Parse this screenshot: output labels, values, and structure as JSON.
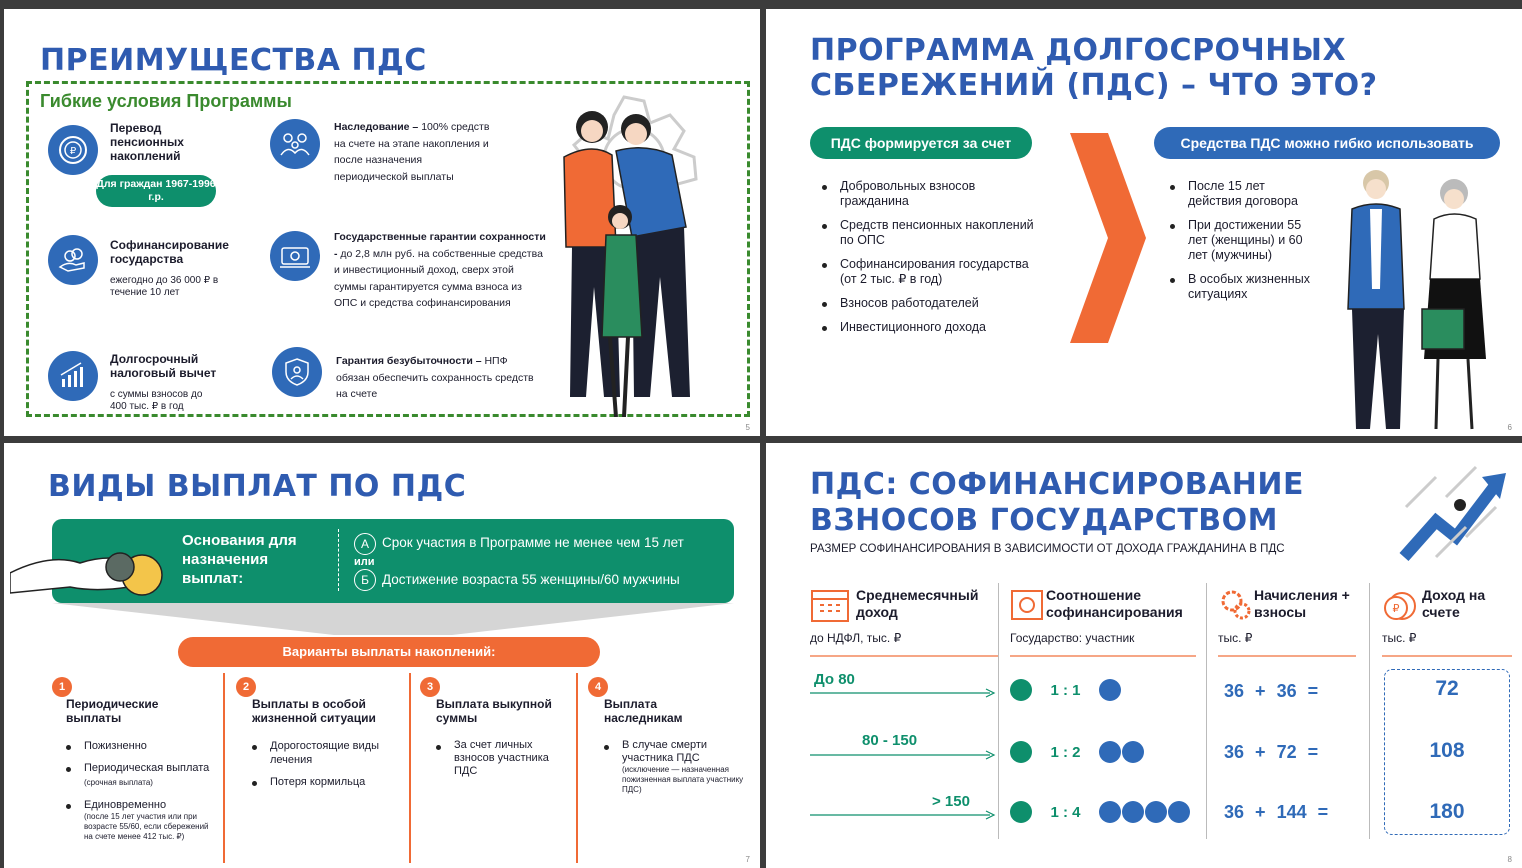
{
  "slide5": {
    "title": "ПРЕИМУЩЕСТВА ПДС",
    "subtitle": "Гибкие условия Программы",
    "page": "5",
    "items": [
      {
        "title": "Перевод пенсионных накоплений",
        "badge": "Для граждан 1967-1996 г.р."
      },
      {
        "title": "Софинансирование государства",
        "text": "ежегодно до 36 000 ₽ в течение 10 лет"
      },
      {
        "title": "Долгосрочный налоговый вычет",
        "text": "с суммы взносов до 400 тыс. ₽ в год"
      },
      {
        "title": "Наследование – ",
        "text": "100% средств на счете на этапе накопления и после назначения периодической выплаты"
      },
      {
        "title": "Государственные гарантии сохранности - ",
        "text": "до 2,8 млн руб. на собственные средства и инвестиционный доход, сверх этой суммы гарантируется сумма взноса из ОПС и средства софинансирования"
      },
      {
        "title": "Гарантия безубыточности – ",
        "text": "НПФ обязан обеспечить сохранность средств на счете"
      }
    ],
    "icons": [
      "ruble-coin-icon",
      "family-icon",
      "coins-hand-icon",
      "banknotes-icon",
      "growth-chart-icon",
      "shield-icon"
    ]
  },
  "slide6": {
    "title_line1": "ПРОГРАММА ДОЛГОСРОЧНЫХ",
    "title_line2": "СБЕРЕЖЕНИЙ (ПДС) – ЧТО ЭТО?",
    "page": "6",
    "left_header": "ПДС формируется за счет",
    "right_header": "Средства ПДС можно гибко использовать",
    "left_items": [
      "Добровольных взносов гражданина",
      "Средств пенсионных накоплений по ОПС",
      "Софинансирования государства (от 2 тыс. ₽ в год)",
      "Взносов работодателей",
      "Инвестиционного дохода"
    ],
    "right_items": [
      "После 15 лет действия договора",
      "При достижении 55 лет (женщины) и 60 лет (мужчины)",
      "В особых жизненных ситуациях"
    ],
    "colors": {
      "green": "#0e8f6c",
      "blue": "#2f6ab8",
      "orange": "#f06a35"
    }
  },
  "slide7": {
    "title": "ВИДЫ ВЫПЛАТ ПО ПДС",
    "page": "7",
    "banner_label": "Основания для назначения выплат:",
    "cond_a_letter": "А",
    "cond_a": "Срок участия в Программе не менее чем 15 лет",
    "or_text": "или",
    "cond_b_letter": "Б",
    "cond_b": "Достижение возраста 55 женщины/60 мужчины",
    "variants_header": "Варианты выплаты накоплений:",
    "columns": [
      {
        "num": "1",
        "title": "Периодические выплаты",
        "items": [
          "Пожизненно",
          "Периодическая выплата",
          "Единовременно"
        ],
        "notes": [
          "(срочная выплата)",
          "(после 15 лет участия или при возрасте 55/60, если сбережений на счете менее 412 тыс. ₽)"
        ]
      },
      {
        "num": "2",
        "title": "Выплаты в особой жизненной ситуации",
        "items": [
          "Дорогостоящие виды лечения",
          "Потеря кормильца"
        ]
      },
      {
        "num": "3",
        "title": "Выплата выкупной суммы",
        "items": [
          "За счет личных взносов участника ПДС"
        ]
      },
      {
        "num": "4",
        "title": "Выплата наследникам",
        "items": [
          "В случае смерти участника ПДС"
        ],
        "notes": [
          "(исключение — назначенная пожизненная выплата участнику ПДС)"
        ]
      }
    ]
  },
  "slide8": {
    "title_line1": "ПДС: СОФИНАНСИРОВАНИЕ",
    "title_line2": "ВЗНОСОВ ГОСУДАРСТВОМ",
    "subtitle": "РАЗМЕР СОФИНАНСИРОВАНИЯ В ЗАВИСИМОСТИ ОТ ДОХОДА ГРАЖДАНИНА В ПДС",
    "page": "8",
    "headers": [
      {
        "title": "Среднемесячный доход",
        "sub": "до НДФЛ, тыс. ₽",
        "icon": "calendar-icon"
      },
      {
        "title": "Соотношение софинансирования",
        "sub": "Государство: участник",
        "icon": "ratio-icon"
      },
      {
        "title": "Начисления + взносы",
        "sub": "тыс. ₽",
        "icon": "gears-icon"
      },
      {
        "title": "Доход на счете",
        "sub": "тыс. ₽",
        "icon": "ruble-coins-icon"
      }
    ],
    "rows": [
      {
        "income": "До 80",
        "ratio": "1 : 1",
        "blue": 1,
        "a": "36",
        "b": "36",
        "total": "72"
      },
      {
        "income": "80 - 150",
        "ratio": "1 : 2",
        "blue": 2,
        "a": "36",
        "b": "72",
        "total": "108"
      },
      {
        "income": "> 150",
        "ratio": "1 : 4",
        "blue": 4,
        "a": "36",
        "b": "144",
        "total": "180"
      }
    ],
    "plus": "+",
    "equals": "="
  }
}
